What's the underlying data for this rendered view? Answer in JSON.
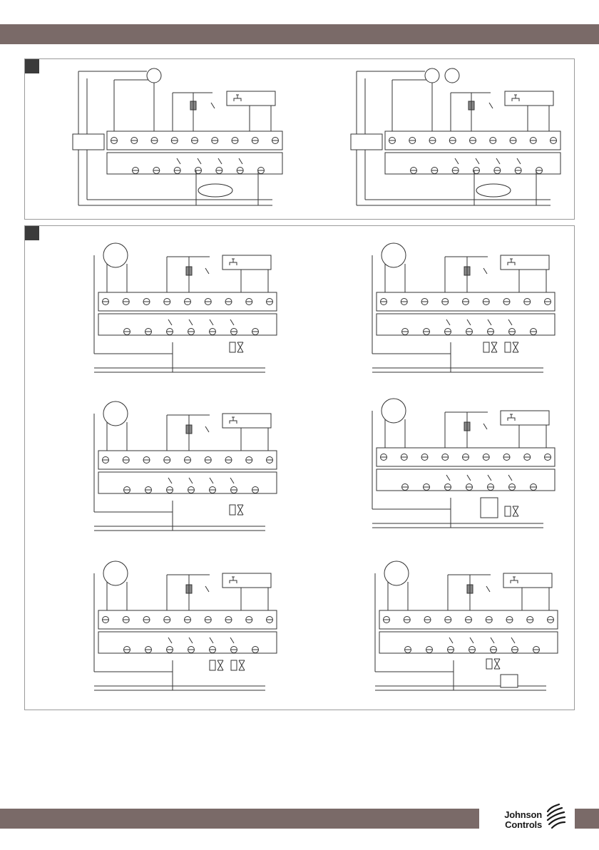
{
  "header": {},
  "panels": [
    {
      "id": "a",
      "diagrams": [
        {
          "sensors": 1
        },
        {
          "sensors": 2
        }
      ]
    },
    {
      "id": "b",
      "diagrams": [
        {
          "load": "one-valve"
        },
        {
          "load": "two-valves"
        },
        {
          "load": "one-valve-offset"
        },
        {
          "load": "box-and-valve"
        },
        {
          "load": "two-valves-close"
        },
        {
          "load": "valve-and-box"
        }
      ]
    }
  ],
  "footer": {
    "brand_line1": "Johnson",
    "brand_line2": "Controls"
  },
  "colors": {
    "band": "#7a6a68",
    "line": "#333333",
    "marker": "#3b3b3b"
  }
}
